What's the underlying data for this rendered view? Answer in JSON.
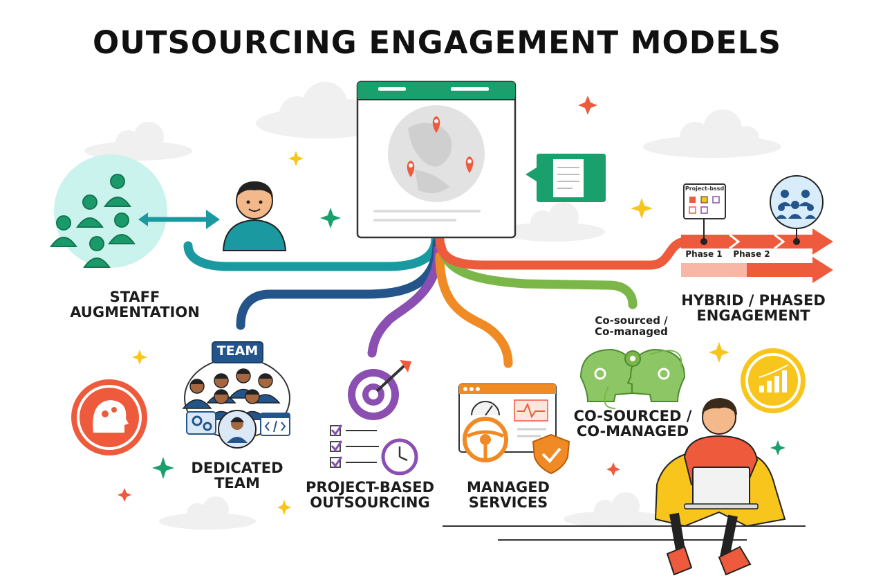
{
  "title": "OUTSOURCING ENGAGEMENT MODELS",
  "models": [
    {
      "id": "staff",
      "line1": "STAFF",
      "line2": "AUGMENTATION",
      "color": "#1a9aa0"
    },
    {
      "id": "dedicated",
      "line1": "DEDICATED",
      "line2": "TEAM",
      "color": "#23558a"
    },
    {
      "id": "project",
      "line1": "PROJECT-BASED",
      "line2": "OUTSOURCING",
      "color": "#8a4fb0"
    },
    {
      "id": "managed",
      "line1": "MANAGED",
      "line2": "SERVICES",
      "color": "#f08a24"
    },
    {
      "id": "cosourced",
      "line1": "CO-SOURCED /",
      "line2": "CO-MANAGED",
      "color": "#7ab648"
    },
    {
      "id": "hybrid",
      "line1": "HYBRID / PHASED",
      "line2": "ENGAGEMENT",
      "color": "#ee5a3c"
    }
  ],
  "team_badge": "TEAM",
  "cosourced_caption": {
    "line1": "Co-sourced /",
    "line2": "Co-managed"
  },
  "phases": [
    "Phase 1",
    "Phase 2"
  ],
  "board_title": "Project-bssd",
  "colors": {
    "accent_green": "#1aa06d",
    "teal": "#1a9aa0",
    "navy": "#23558a",
    "purple": "#8a4fb0",
    "orange": "#f08a24",
    "lime": "#7ab648",
    "coral": "#ee5a3c",
    "yellow": "#f7c51c"
  }
}
